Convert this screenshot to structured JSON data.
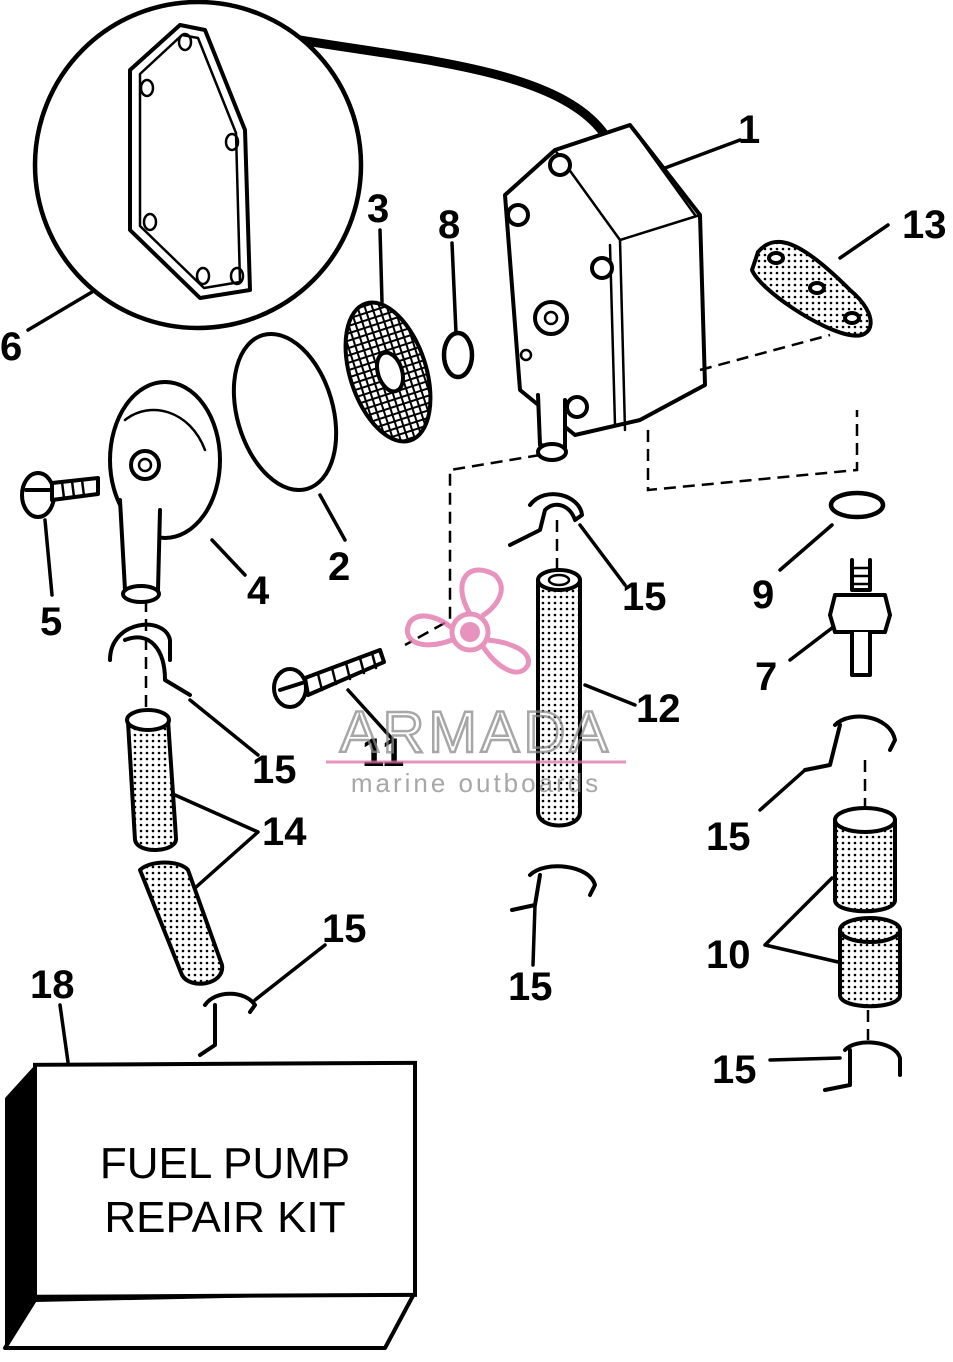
{
  "callouts": [
    "1",
    "2",
    "3",
    "4",
    "5",
    "6",
    "7",
    "8",
    "9",
    "10",
    "11",
    "12",
    "13",
    "14",
    "15"
  ],
  "kit_box": {
    "callout": "18",
    "line1": "FUEL PUMP",
    "line2": "REPAIR KIT"
  },
  "watermark": {
    "brand": "ARMADA",
    "tagline": "marine outboards",
    "color": "#e06fa8"
  }
}
